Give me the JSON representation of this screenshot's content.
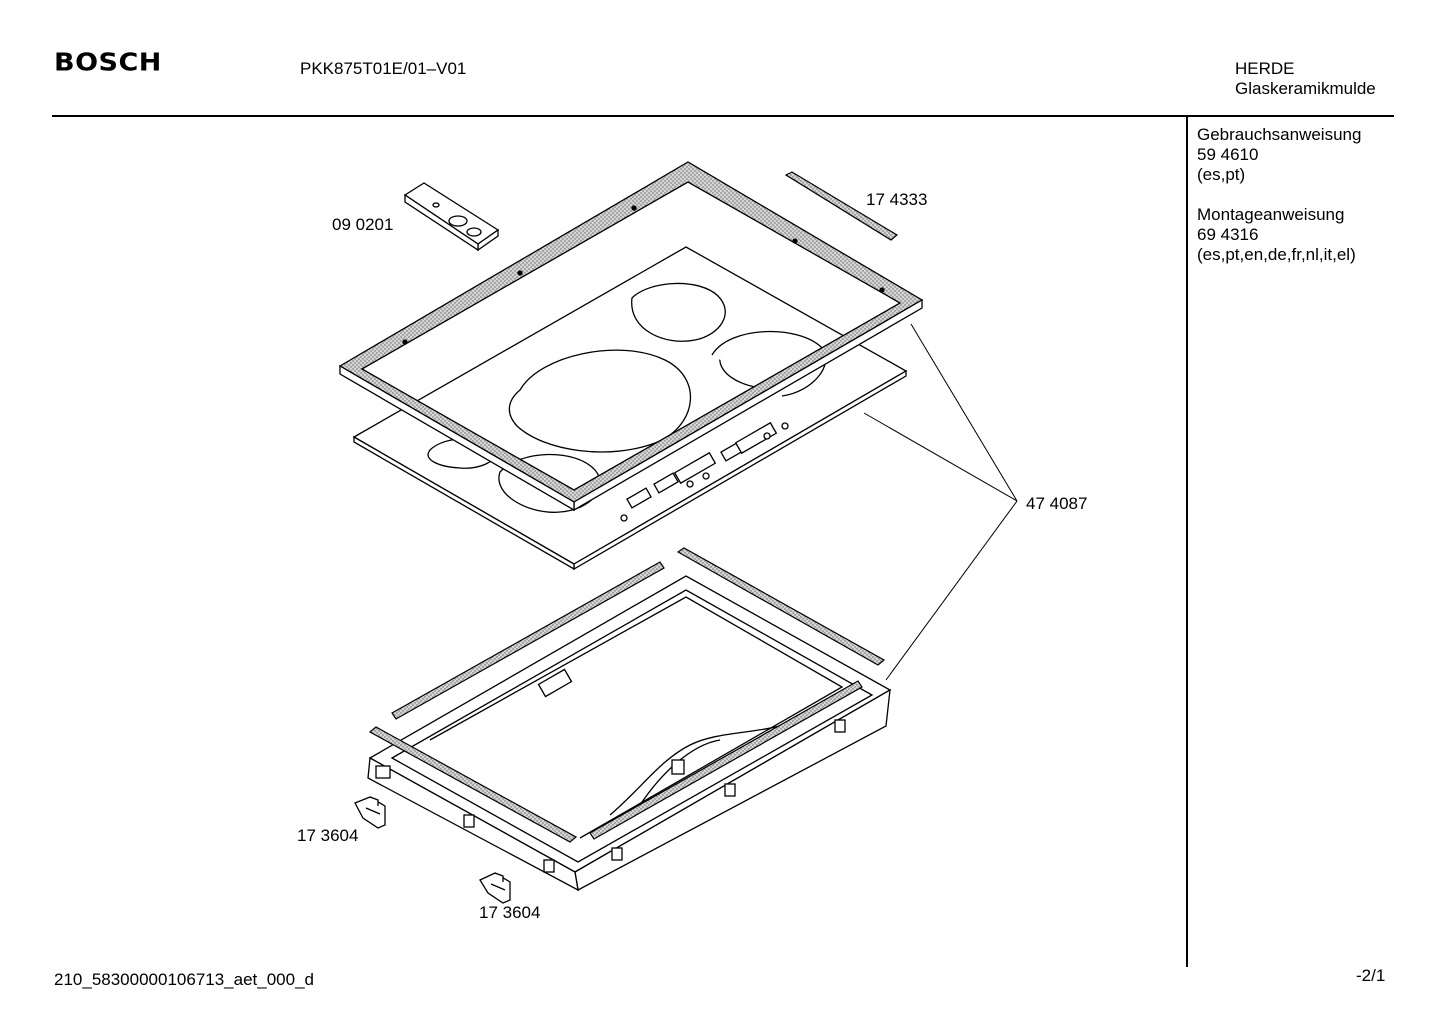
{
  "header": {
    "brand": "BOSCH",
    "model": "PKK875T01E/01–V01",
    "category": "HERDE",
    "subcategory": "Glaskeramikmulde"
  },
  "sidebar": {
    "manual_title": "Gebrauchsanweisung",
    "manual_number": "59 4610",
    "manual_languages": "(es,pt)",
    "install_title": "Montageanweisung",
    "install_number": "69 4316",
    "install_languages": "(es,pt,en,de,fr,nl,it,el)"
  },
  "parts": {
    "bracket_top": "09 0201",
    "strip_top": "17 4333",
    "glass_frame": "47 4087",
    "clip_left": "17 3604",
    "clip_bottom": "17 3604"
  },
  "footer": {
    "drawing_id": "210_58300000106713_aet_000_d",
    "page": "-2/1"
  },
  "colors": {
    "ink": "#000000",
    "seal": "#bdbdbd",
    "paper": "#ffffff"
  }
}
